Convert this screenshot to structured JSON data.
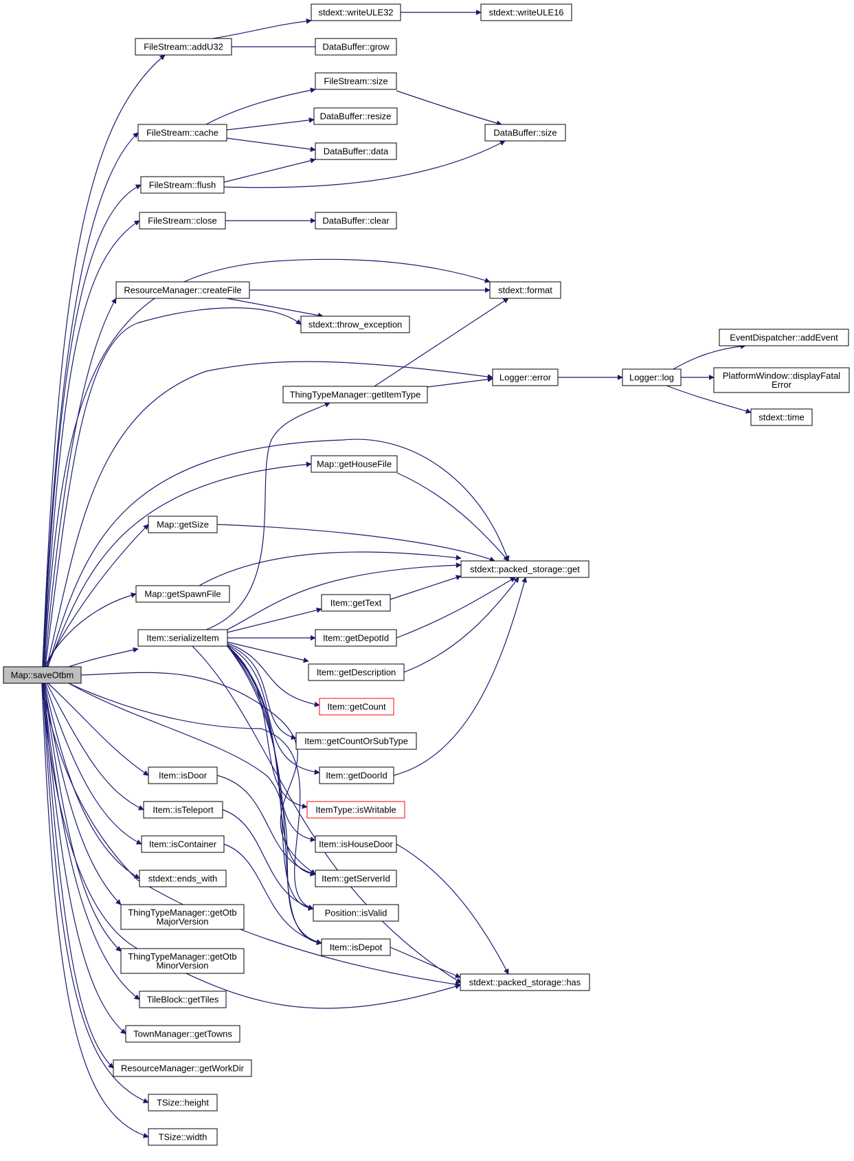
{
  "colors": {
    "edge": "#191970",
    "node_border": "#000000",
    "node_fill": "#ffffff",
    "root_fill": "#bfbfbf",
    "truncated_border": "#ff0000"
  },
  "nodes": [
    {
      "id": "saveOtbm",
      "lines": [
        "Map::saveOtbm"
      ],
      "root": true
    },
    {
      "id": "addU32",
      "lines": [
        "FileStream::addU32"
      ]
    },
    {
      "id": "writeULE32",
      "lines": [
        "stdext::writeULE32"
      ]
    },
    {
      "id": "writeULE16",
      "lines": [
        "stdext::writeULE16"
      ]
    },
    {
      "id": "grow",
      "lines": [
        "DataBuffer::grow"
      ]
    },
    {
      "id": "fsSize",
      "lines": [
        "FileStream::size"
      ]
    },
    {
      "id": "resize",
      "lines": [
        "DataBuffer::resize"
      ]
    },
    {
      "id": "dbSize",
      "lines": [
        "DataBuffer::size"
      ]
    },
    {
      "id": "cache",
      "lines": [
        "FileStream::cache"
      ]
    },
    {
      "id": "data",
      "lines": [
        "DataBuffer::data"
      ]
    },
    {
      "id": "flush",
      "lines": [
        "FileStream::flush"
      ]
    },
    {
      "id": "close",
      "lines": [
        "FileStream::close"
      ]
    },
    {
      "id": "clear",
      "lines": [
        "DataBuffer::clear"
      ]
    },
    {
      "id": "createFile",
      "lines": [
        "ResourceManager::createFile"
      ]
    },
    {
      "id": "format",
      "lines": [
        "stdext::format"
      ]
    },
    {
      "id": "throwEx",
      "lines": [
        "stdext::throw_exception"
      ]
    },
    {
      "id": "addEvent",
      "lines": [
        "EventDispatcher::addEvent"
      ]
    },
    {
      "id": "displayFatal",
      "lines": [
        "PlatformWindow::displayFatal",
        "Error"
      ]
    },
    {
      "id": "error",
      "lines": [
        "Logger::error"
      ]
    },
    {
      "id": "log",
      "lines": [
        "Logger::log"
      ]
    },
    {
      "id": "getItemType",
      "lines": [
        "ThingTypeManager::getItemType"
      ]
    },
    {
      "id": "time",
      "lines": [
        "stdext::time"
      ]
    },
    {
      "id": "getHouseFile",
      "lines": [
        "Map::getHouseFile"
      ]
    },
    {
      "id": "getSize",
      "lines": [
        "Map::getSize"
      ]
    },
    {
      "id": "psGet",
      "lines": [
        "stdext::packed_storage::get"
      ]
    },
    {
      "id": "getSpawnFile",
      "lines": [
        "Map::getSpawnFile"
      ]
    },
    {
      "id": "getText",
      "lines": [
        "Item::getText"
      ]
    },
    {
      "id": "serializeItem",
      "lines": [
        "Item::serializeItem"
      ]
    },
    {
      "id": "getDepotId",
      "lines": [
        "Item::getDepotId"
      ]
    },
    {
      "id": "getDescription",
      "lines": [
        "Item::getDescription"
      ]
    },
    {
      "id": "getCount",
      "lines": [
        "Item::getCount"
      ],
      "truncated": true
    },
    {
      "id": "getCountOrSubType",
      "lines": [
        "Item::getCountOrSubType"
      ]
    },
    {
      "id": "getDoorId",
      "lines": [
        "Item::getDoorId"
      ]
    },
    {
      "id": "isDoor",
      "lines": [
        "Item::isDoor"
      ]
    },
    {
      "id": "isWritable",
      "lines": [
        "ItemType::isWritable"
      ],
      "truncated": true
    },
    {
      "id": "isTeleport",
      "lines": [
        "Item::isTeleport"
      ]
    },
    {
      "id": "isHouseDoor",
      "lines": [
        "Item::isHouseDoor"
      ]
    },
    {
      "id": "isContainer",
      "lines": [
        "Item::isContainer"
      ]
    },
    {
      "id": "getServerId",
      "lines": [
        "Item::getServerId"
      ]
    },
    {
      "id": "endsWith",
      "lines": [
        "stdext::ends_with"
      ]
    },
    {
      "id": "isValid",
      "lines": [
        "Position::isValid"
      ]
    },
    {
      "id": "otbMajor",
      "lines": [
        "ThingTypeManager::getOtb",
        "MajorVersion"
      ]
    },
    {
      "id": "isDepot",
      "lines": [
        "Item::isDepot"
      ]
    },
    {
      "id": "otbMinor",
      "lines": [
        "ThingTypeManager::getOtb",
        "MinorVersion"
      ]
    },
    {
      "id": "psHas",
      "lines": [
        "stdext::packed_storage::has"
      ]
    },
    {
      "id": "getTiles",
      "lines": [
        "TileBlock::getTiles"
      ]
    },
    {
      "id": "getTowns",
      "lines": [
        "TownManager::getTowns"
      ]
    },
    {
      "id": "getWorkDir",
      "lines": [
        "ResourceManager::getWorkDir"
      ]
    },
    {
      "id": "height",
      "lines": [
        "TSize::height"
      ]
    },
    {
      "id": "width",
      "lines": [
        "TSize::width"
      ]
    }
  ]
}
